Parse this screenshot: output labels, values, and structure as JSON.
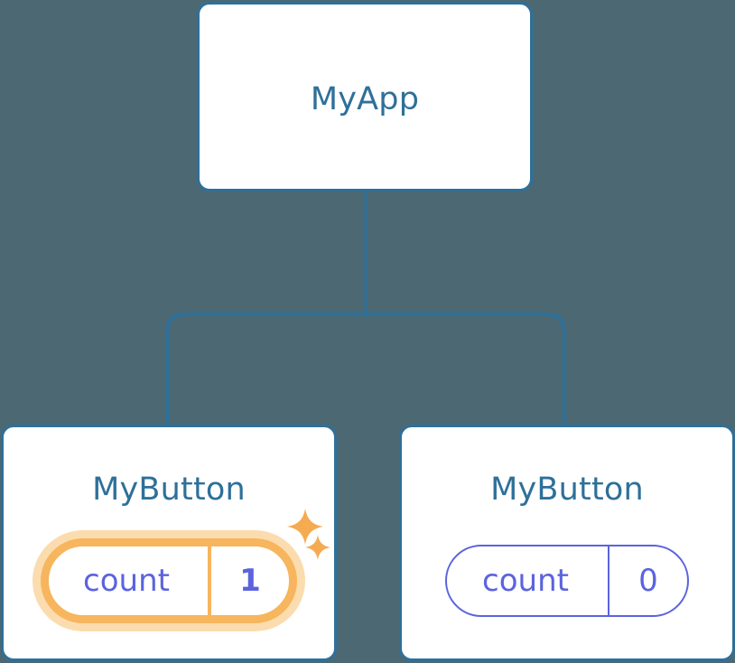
{
  "diagram": {
    "type": "component-tree",
    "background_color": "#4c6873",
    "node_fill": "#ffffff",
    "node_border_color": "#2e7099",
    "title_color": "#2e7099",
    "connector_color": "#2e7099",
    "state_color": "#5b63de",
    "highlight_color": "#f7b55e",
    "highlight_glow_color": "#fbdcae",
    "root": {
      "label": "MyApp"
    },
    "children": [
      {
        "label": "MyButton",
        "state": {
          "key": "count",
          "value": "1"
        },
        "highlighted": true,
        "sparkles": [
          "sparkle-large",
          "sparkle-small"
        ]
      },
      {
        "label": "MyButton",
        "state": {
          "key": "count",
          "value": "0"
        },
        "highlighted": false,
        "sparkles": []
      }
    ]
  }
}
